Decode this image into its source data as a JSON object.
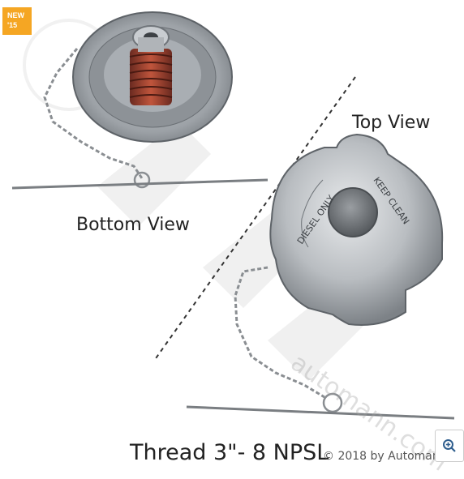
{
  "badge": {
    "line1": "NEW",
    "line2": "'15"
  },
  "labels": {
    "top_view": "Top View",
    "bottom_view": "Bottom View",
    "thread": "Thread  3\"- 8 NPSL",
    "copyright": "© 2018 by Automann"
  },
  "watermark": {
    "url": "automann.com"
  },
  "cap_text": {
    "left": "DIESEL ONLY",
    "right": "KEEP CLEAN"
  },
  "icons": {
    "zoom": "zoom-in-icon"
  },
  "colors": {
    "badge": "#f5a623",
    "metal": "#b8bcc0"
  }
}
